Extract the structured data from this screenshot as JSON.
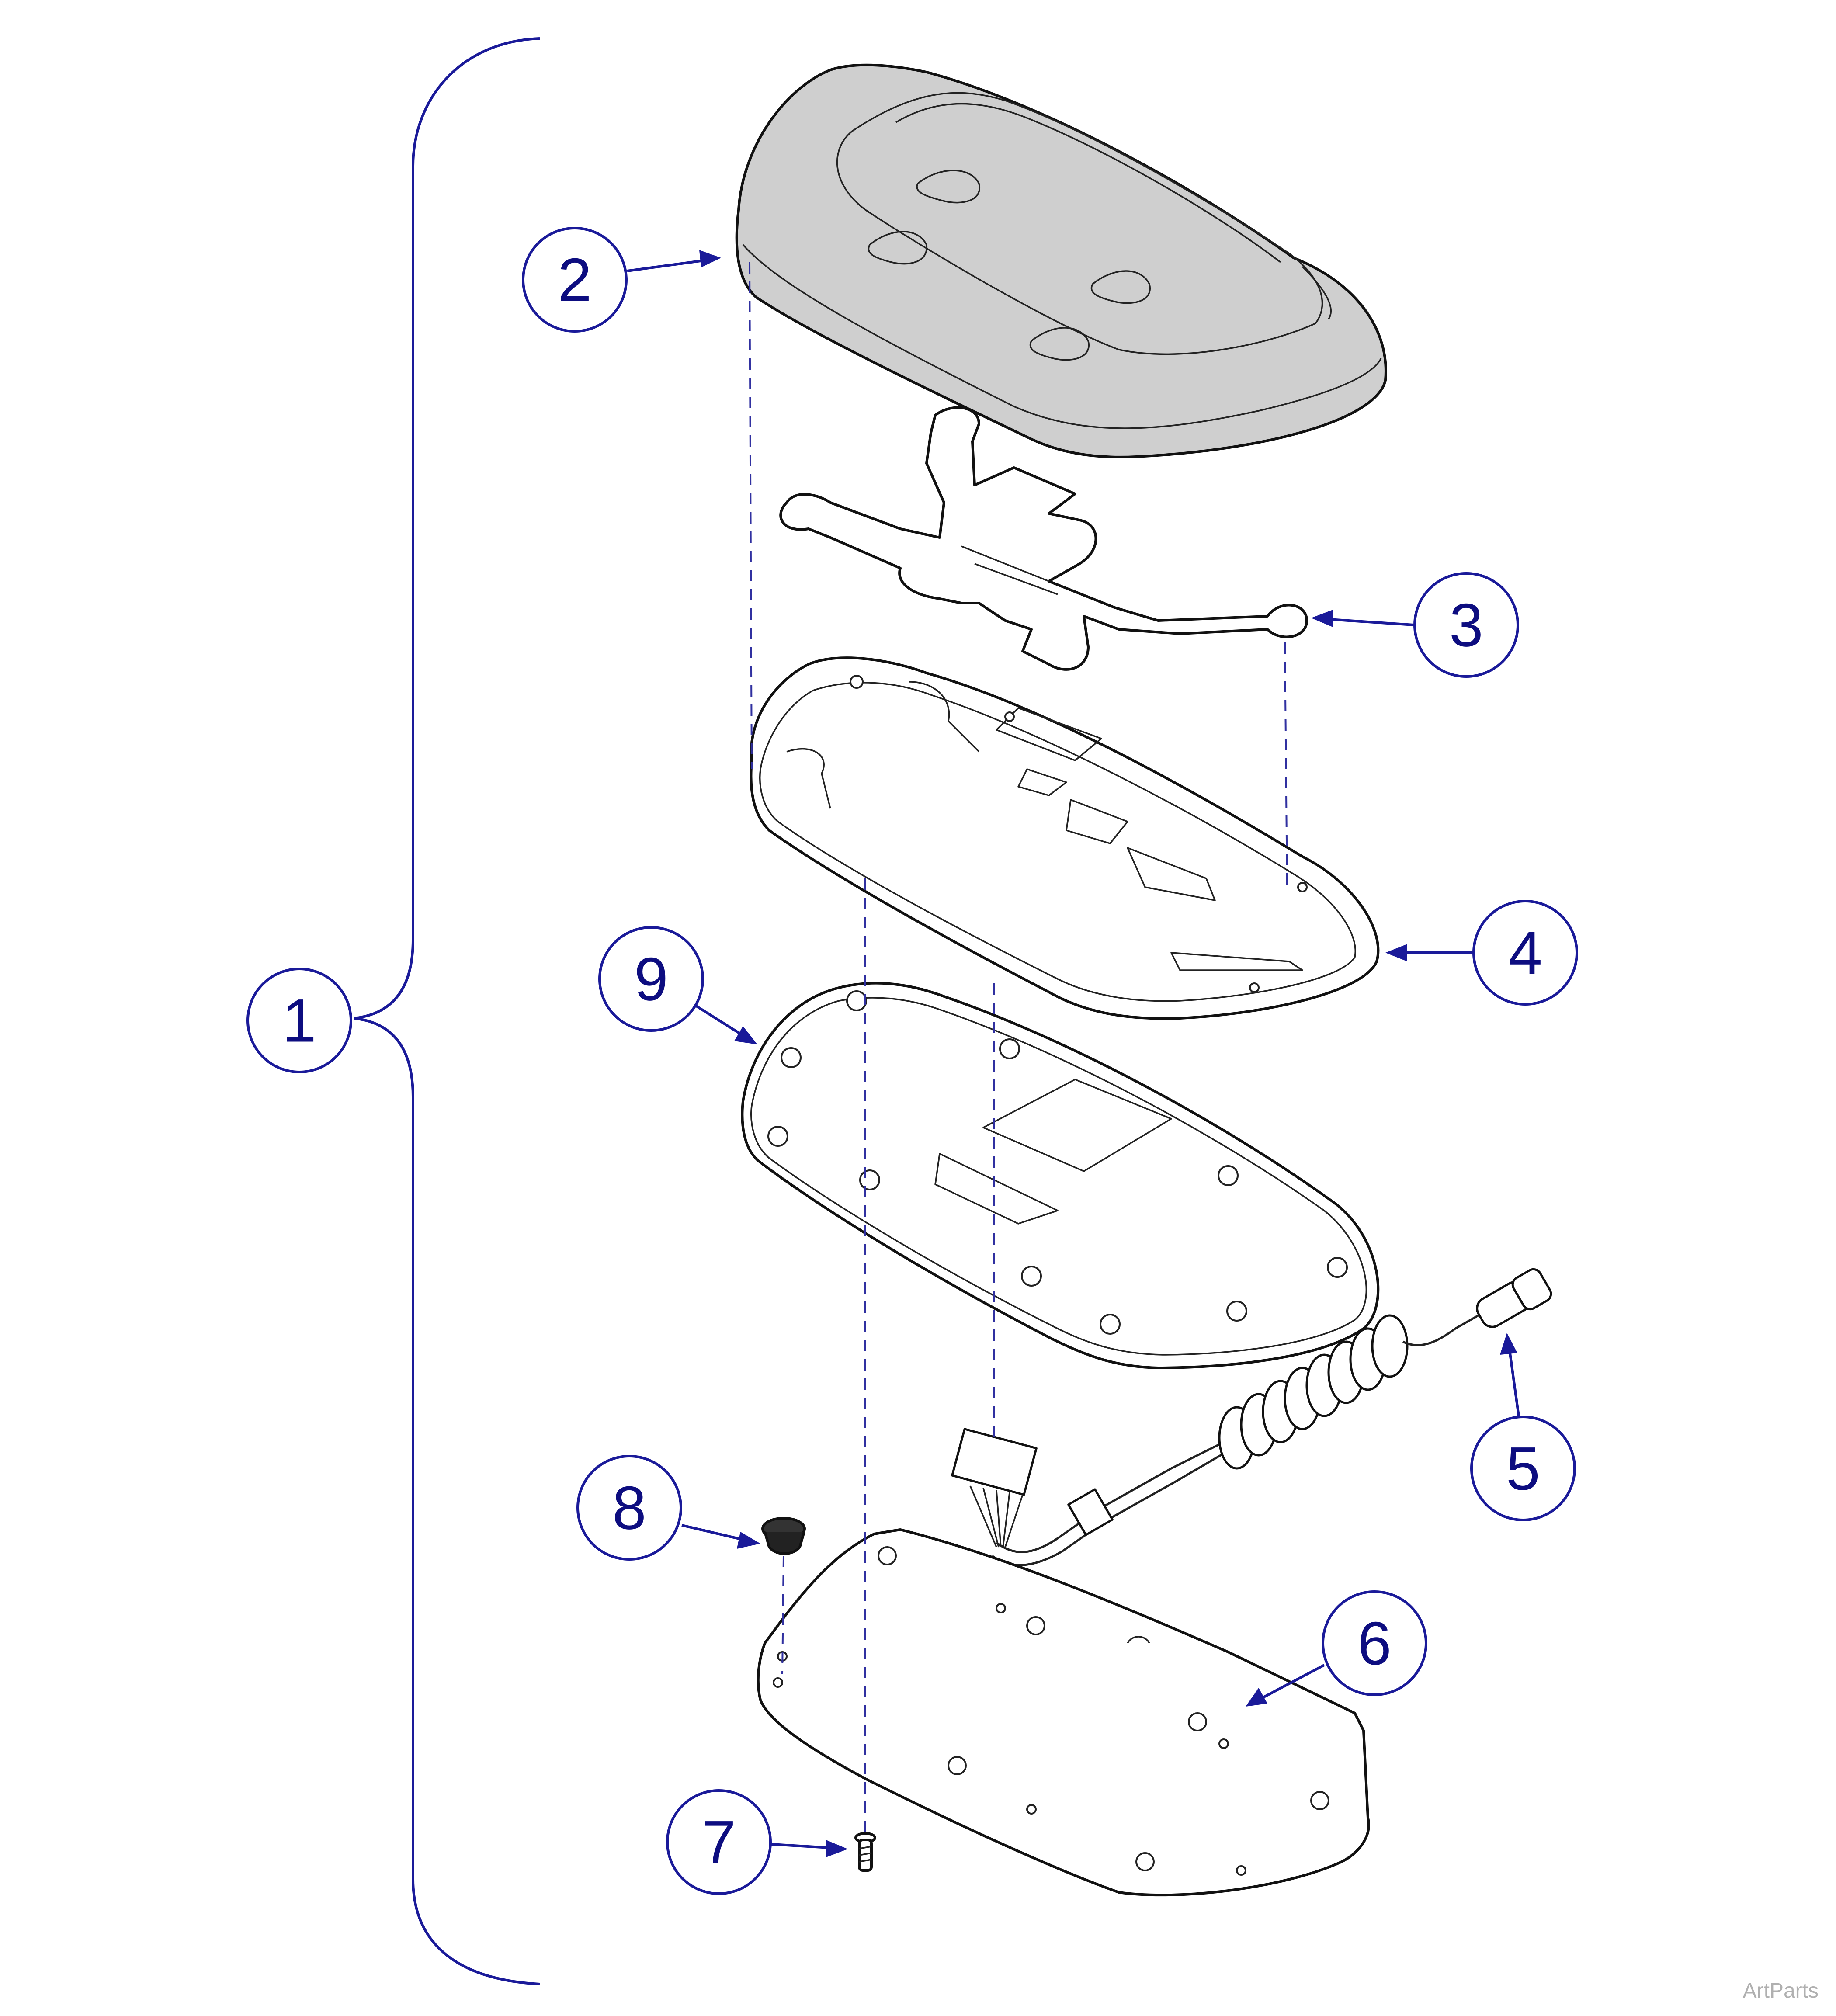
{
  "diagram": {
    "colors": {
      "callout": "#1a1a99",
      "callout_text": "#0d0d80",
      "outline": "#111111",
      "cover_fill": "#cfcfcf",
      "watermark": "#b0b0b0"
    },
    "callouts": [
      {
        "id": "c1",
        "number": "1"
      },
      {
        "id": "c2",
        "number": "2"
      },
      {
        "id": "c3",
        "number": "3"
      },
      {
        "id": "c4",
        "number": "4"
      },
      {
        "id": "c5",
        "number": "5"
      },
      {
        "id": "c6",
        "number": "6"
      },
      {
        "id": "c7",
        "number": "7"
      },
      {
        "id": "c8",
        "number": "8"
      },
      {
        "id": "c9",
        "number": "9"
      }
    ],
    "watermark": "ArtParts"
  }
}
